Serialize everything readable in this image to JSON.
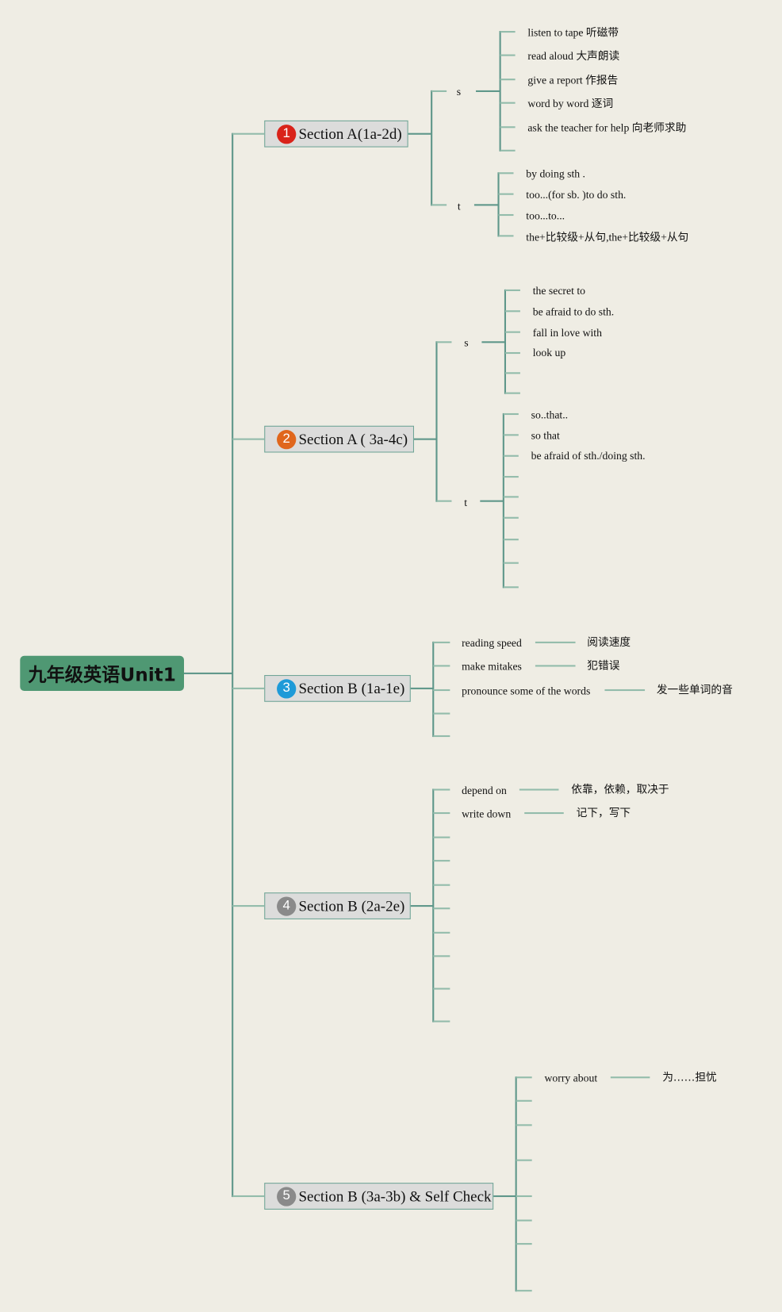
{
  "root": "九年级英语Unit1",
  "sections": [
    {
      "num": "1",
      "title": "Section A(1a-2d)",
      "color": "#d9231a",
      "groups": [
        {
          "label": "s",
          "items": [
            "listen to tape 听磁带",
            "read aloud 大声朗读",
            "give a report 作报告",
            "word by word 逐词",
            "ask the teacher for help 向老师求助"
          ]
        },
        {
          "label": "t",
          "items": [
            "by doing sth .",
            "too...(for sb. )to do sth.",
            "too...to...",
            "the+比较级+从句,the+比较级+从句"
          ]
        }
      ]
    },
    {
      "num": "2",
      "title": "Section A ( 3a-4c)",
      "color": "#e0661c",
      "groups": [
        {
          "label": "s",
          "items": [
            "the secret to",
            "be afraid to do sth.",
            "fall in love with",
            "look up"
          ]
        },
        {
          "label": "t",
          "items": [
            "so..that..",
            "so that",
            "be afraid of sth./doing sth."
          ]
        }
      ]
    },
    {
      "num": "3",
      "title": "Section B (1a-1e)",
      "color": "#1e9ad8",
      "items": [
        {
          "en": "reading speed",
          "cn": "阅读速度"
        },
        {
          "en": "make mitakes",
          "cn": "犯错误"
        },
        {
          "en": "pronounce some of the words",
          "cn": "发一些单词的音"
        }
      ]
    },
    {
      "num": "4",
      "title": "Section B (2a-2e)",
      "color": "#8a8a8a",
      "items": [
        {
          "en": "depend on",
          "cn": "依靠，依赖，取决于"
        },
        {
          "en": "write down",
          "cn": "记下，写下"
        }
      ]
    },
    {
      "num": "5",
      "title": "Section B (3a-3b) & Self Check",
      "color": "#8a8a8a",
      "items": [
        {
          "en": "worry about",
          "cn": "为……担忧"
        }
      ]
    }
  ]
}
